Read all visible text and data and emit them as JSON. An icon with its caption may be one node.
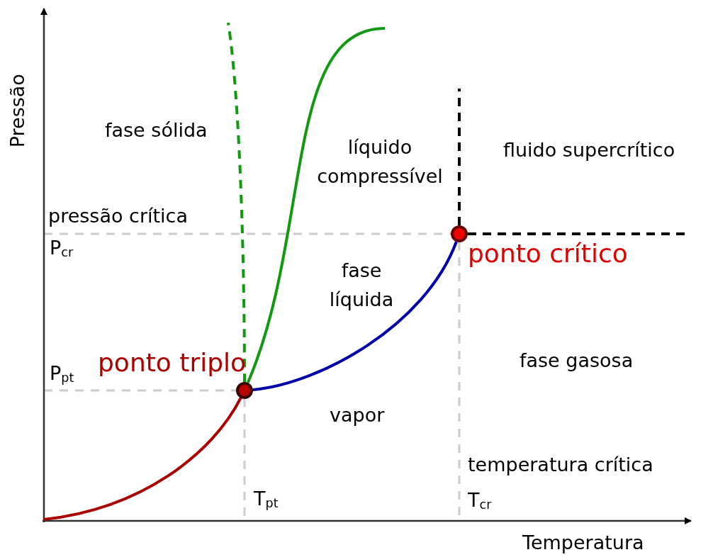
{
  "diagram": {
    "nodes": [
      {
        "text": [],
        "shape": "circle",
        "beside": [
          "ponto triplo"
        ]
      },
      {
        "text": [],
        "shape": "circle",
        "beside": [
          "ponto crítico"
        ]
      }
    ],
    "edges": [
      {
        "from": null,
        "to": 0,
        "arrow": "none",
        "color": "#aa0000"
      },
      {
        "from": 0,
        "to": null,
        "arrow": "none",
        "color": "#119911"
      },
      {
        "from": 0,
        "to": null,
        "arrow": "none",
        "style": "dashed",
        "color": "#119911"
      },
      {
        "from": 0,
        "to": 1,
        "arrow": "none",
        "color": "#0000aa"
      },
      {
        "from": 1,
        "to": null,
        "arrow": "none",
        "style": "dashed",
        "color": "#000000"
      },
      {
        "from": 1,
        "to": null,
        "arrow": "none",
        "style": "dashed",
        "color": "#000000"
      }
    ],
    "labels": [
      "Pressão",
      "fase sólida",
      "líquido compressível",
      "fluido supercrítico",
      "pressão crítica",
      "P$_{cr}$",
      "fase líquida",
      "fase gasosa",
      "P$_{pt}$",
      "vapor",
      "temperatura crítica",
      "T$_{pt}$",
      "T$_{cr}$",
      "Temperatura"
    ]
  }
}
